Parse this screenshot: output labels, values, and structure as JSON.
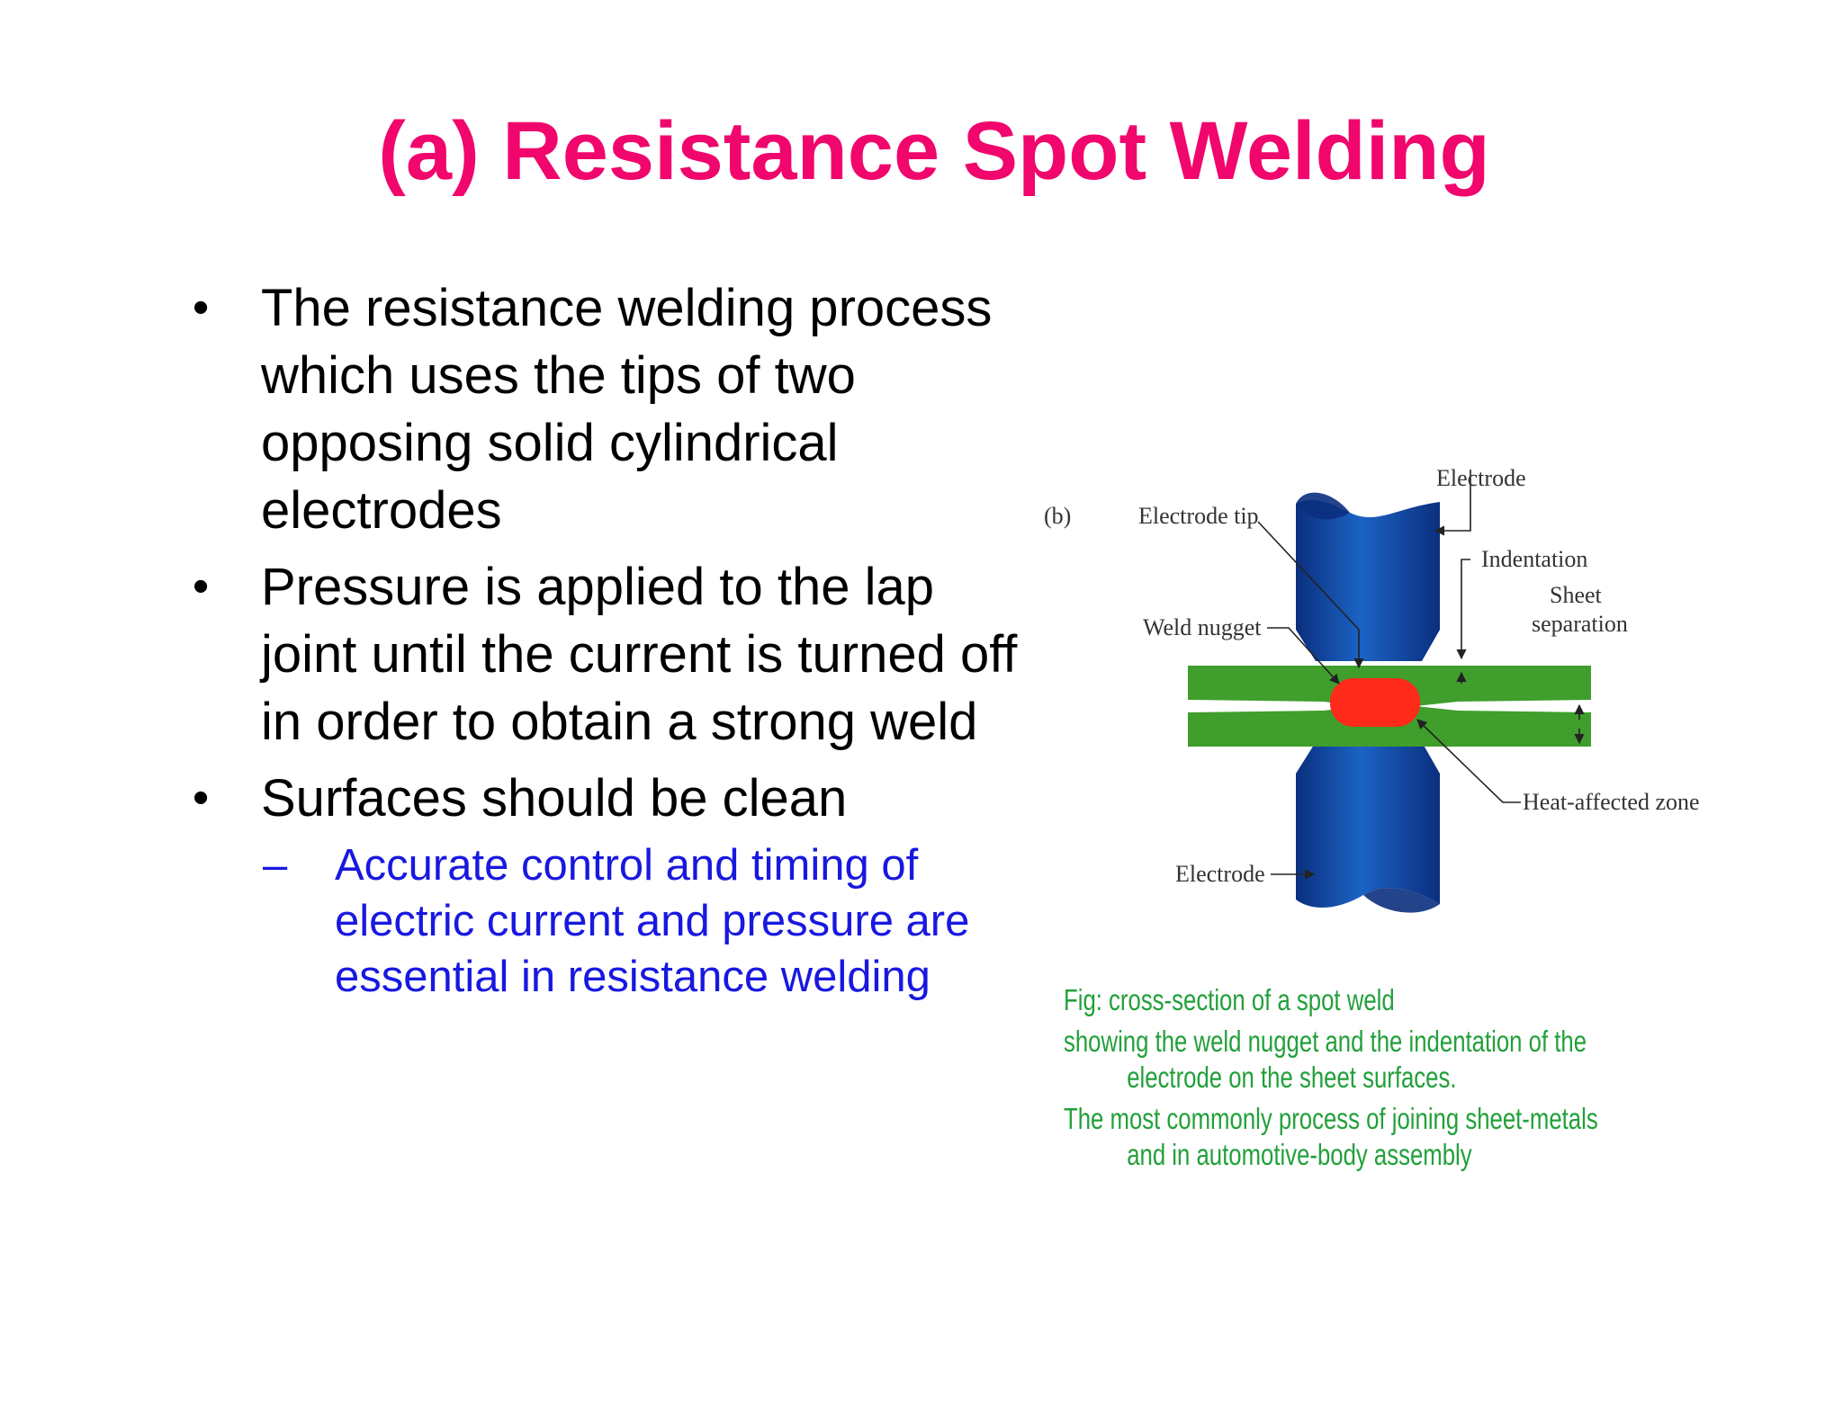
{
  "colors": {
    "title": "#f0066c",
    "body": "#000000",
    "sub": "#1818e0",
    "caption": "#22a03a",
    "electrode": "#1b63c4",
    "electrode_dark": "#0b2f7e",
    "sheet": "#3f9e2c",
    "nugget": "#ff2a1a"
  },
  "slide": {
    "title": "(a) Resistance Spot Welding",
    "bullets": [
      {
        "text": "The resistance welding process which uses the tips of two opposing solid cylindrical electrodes"
      },
      {
        "text": "Pressure is applied to the lap joint until the current is turned off in order to obtain a strong weld"
      },
      {
        "text": "Surfaces should be clean"
      }
    ],
    "sub_bullet": "Accurate control and timing of electric current and pressure are essential in resistance welding",
    "bullet_glyph": "•",
    "dash_glyph": "–"
  },
  "diagram": {
    "panel_label": "(b)",
    "labels": {
      "electrode_top": "Electrode",
      "electrode_tip": "Electrode  tip",
      "indentation": "Indentation",
      "sheet": "Sheet",
      "separation": "separation",
      "weld_nugget": "Weld  nugget",
      "heat_affected": "Heat-affected  zone",
      "electrode_bottom": "Electrode"
    }
  },
  "caption": {
    "line1": "Fig: cross-section of a spot weld",
    "line2a": "showing the weld nugget and the indentation of the",
    "line2b": "electrode on the sheet surfaces.",
    "line3a": "The most commonly process  of joining sheet-metals",
    "line3b": "and in automotive-body assembly"
  }
}
